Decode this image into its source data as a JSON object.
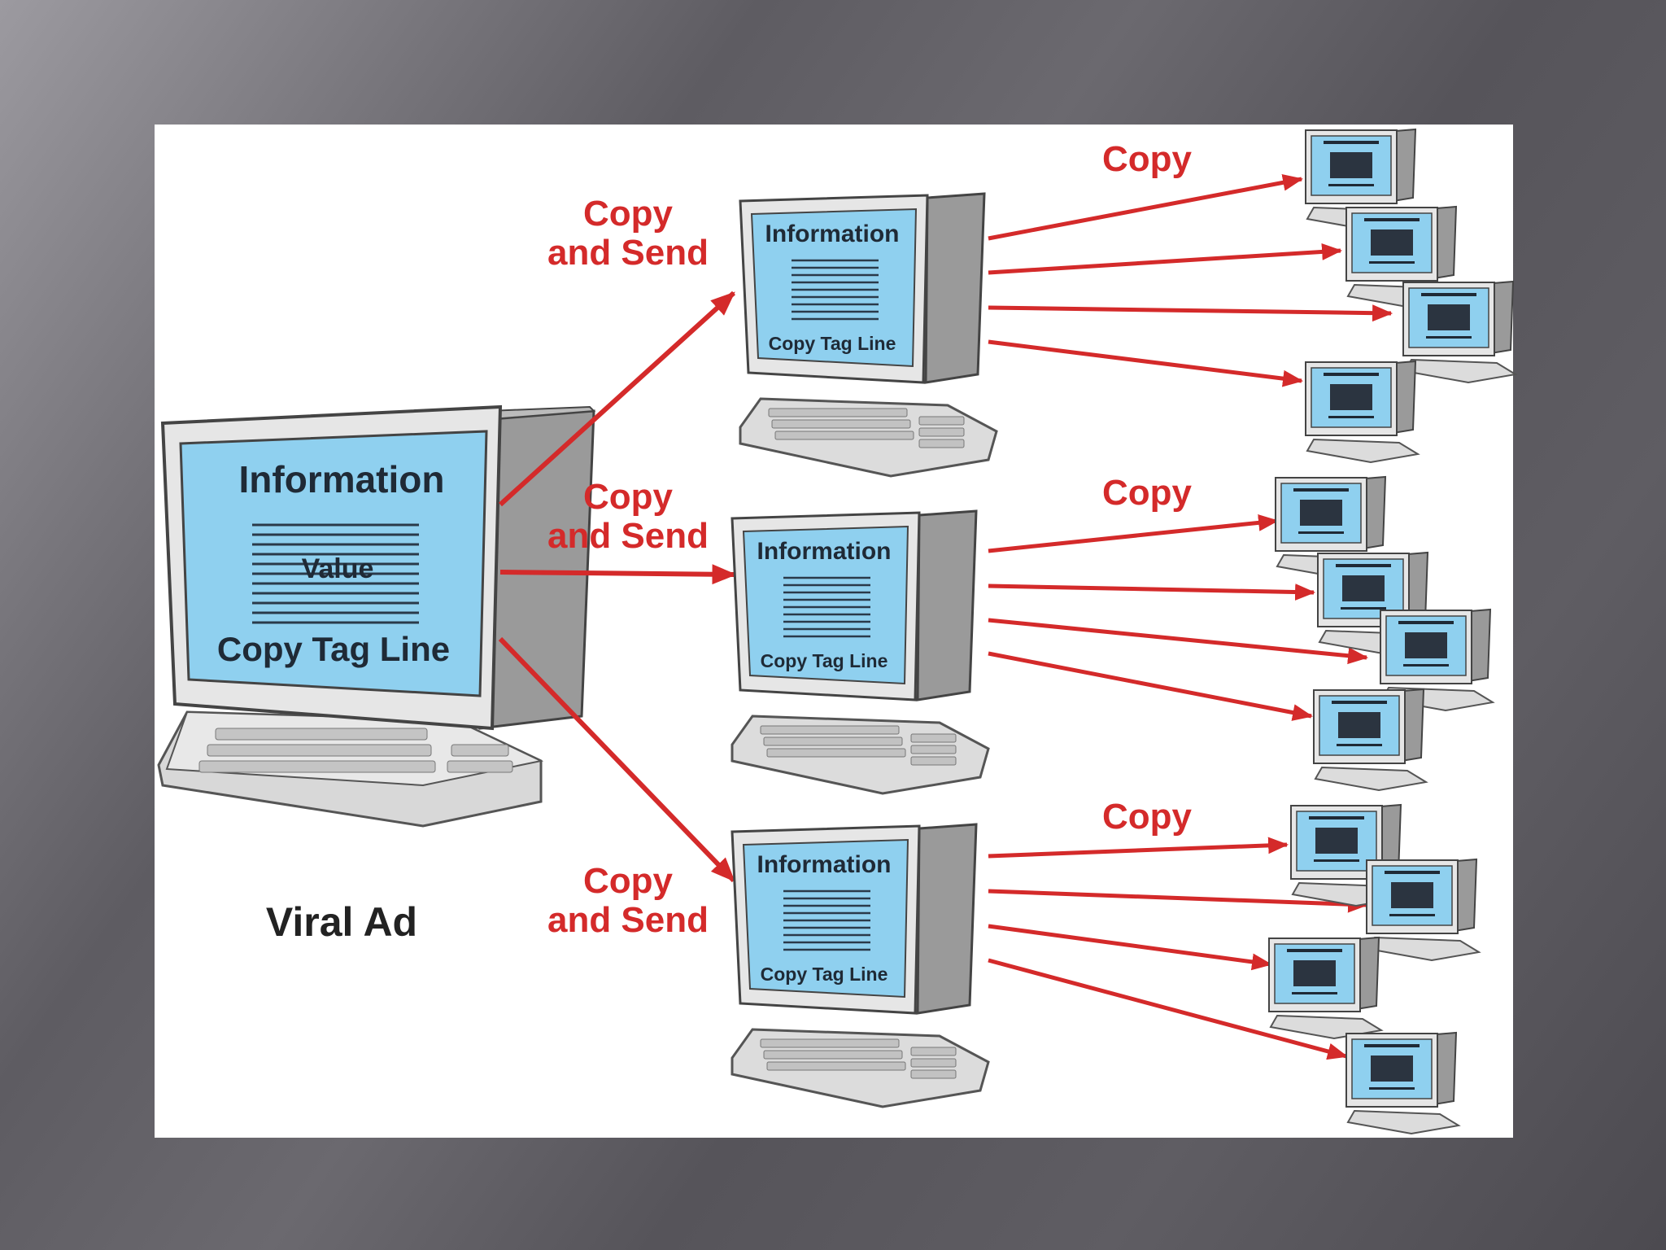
{
  "colors": {
    "arrow": "#d42a2a",
    "screen": "#8fd0ef",
    "monitor_body": "#e6e6e6",
    "monitor_side": "#9a9a9a",
    "panel": "#ffffff"
  },
  "main_computer": {
    "screen_title": "Information",
    "screen_value": "Value",
    "screen_tagline": "Copy Tag Line",
    "caption": "Viral Ad"
  },
  "mid_computers": [
    {
      "screen_title": "Information",
      "screen_tagline": "Copy Tag Line"
    },
    {
      "screen_title": "Information",
      "screen_tagline": "Copy Tag Line"
    },
    {
      "screen_title": "Information",
      "screen_tagline": "Copy Tag Line"
    }
  ],
  "send_labels": [
    {
      "line1": "Copy",
      "line2": "and Send"
    },
    {
      "line1": "Copy",
      "line2": "and Send"
    },
    {
      "line1": "Copy",
      "line2": "and Send"
    }
  ],
  "copy_labels": [
    "Copy",
    "Copy",
    "Copy"
  ],
  "small_computer_icon": "computer-icon"
}
